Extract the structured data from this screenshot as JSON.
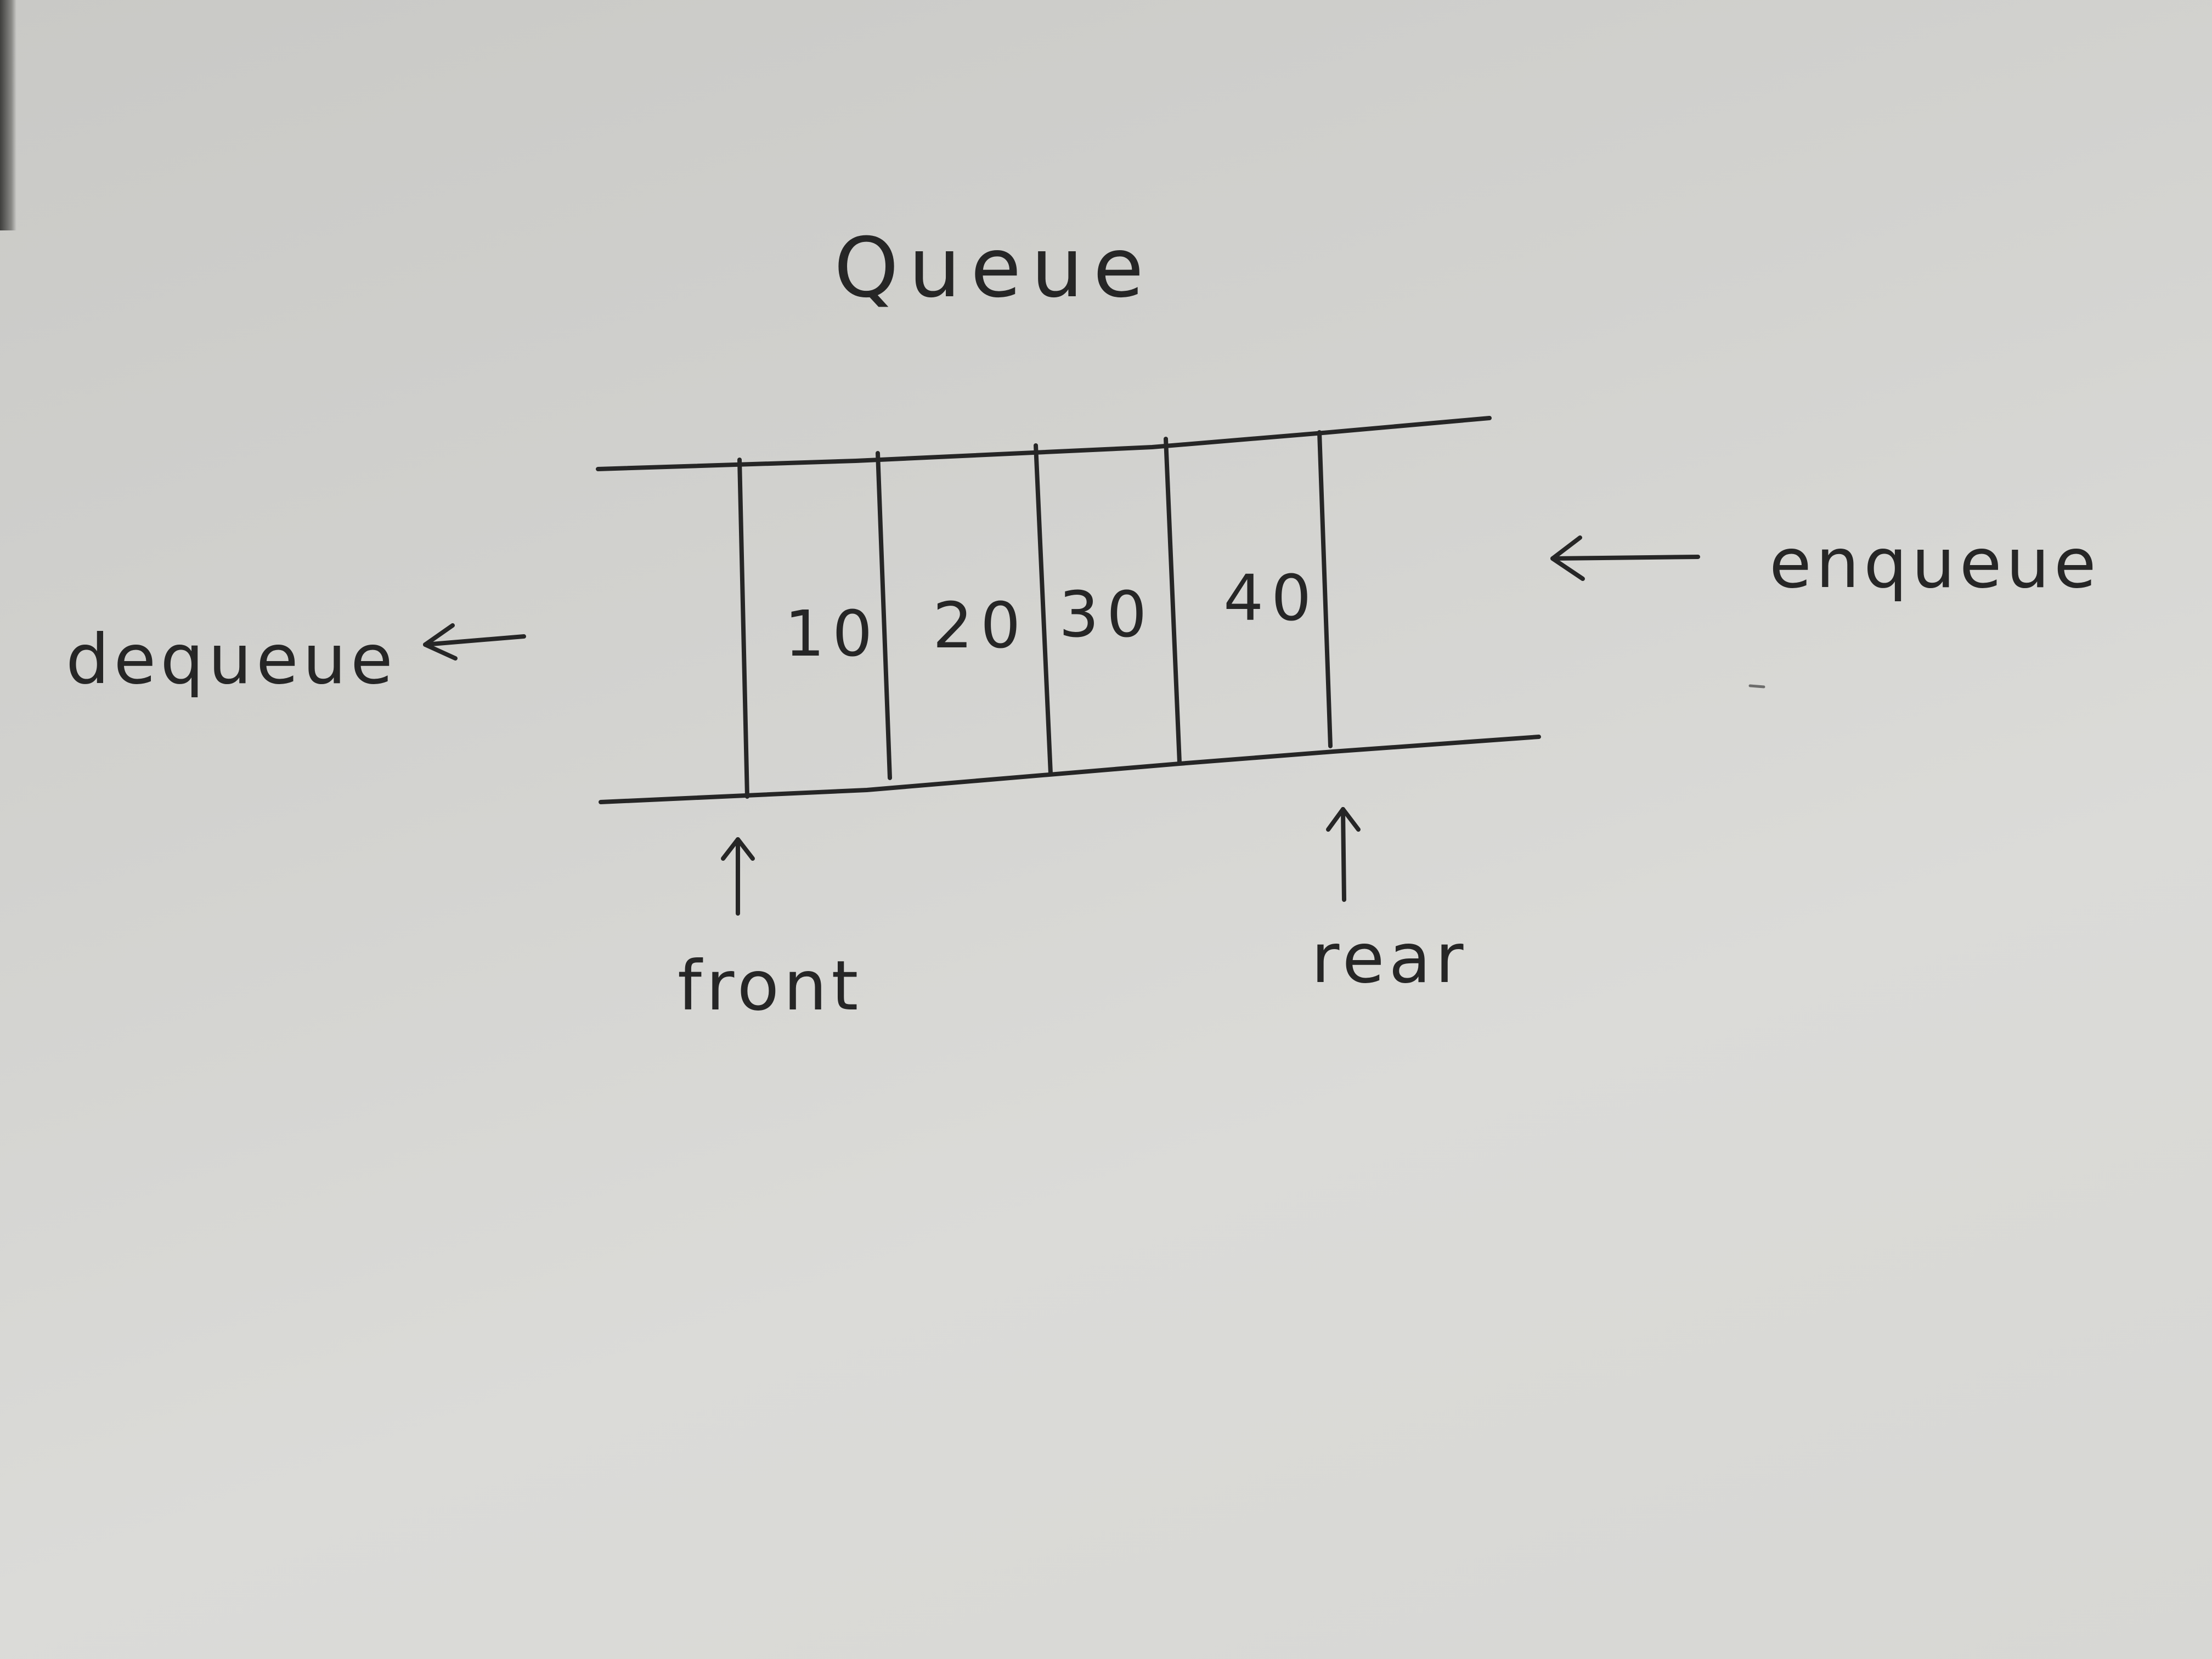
{
  "diagram": {
    "title": "Queue",
    "cells": [
      "10",
      "20",
      "30",
      "40"
    ],
    "labels": {
      "dequeue": "dequeue",
      "enqueue": "enqueue",
      "front": "front",
      "rear": "rear"
    }
  }
}
